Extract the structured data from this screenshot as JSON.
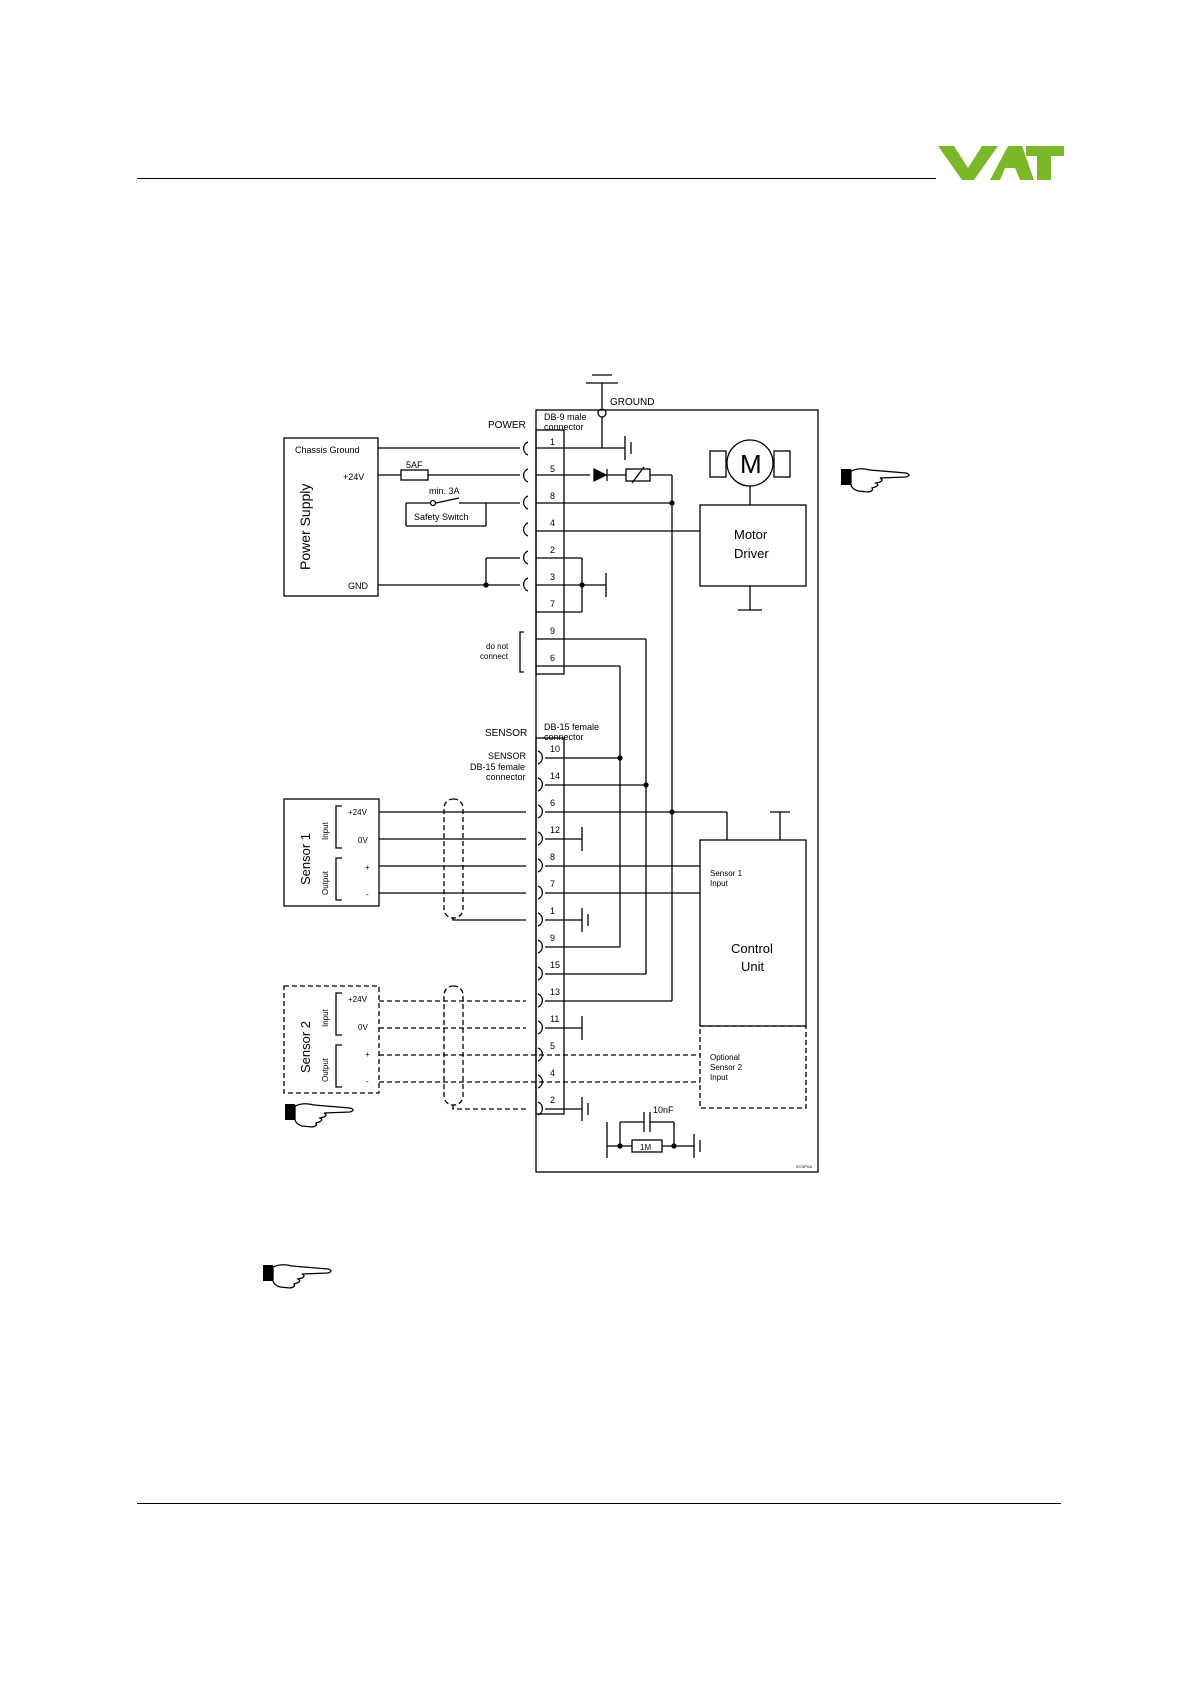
{
  "logo": {
    "text": "VAT",
    "color": "#7ab829"
  },
  "header_line": true,
  "diagram": {
    "ground_label": "GROUND",
    "power_label": "POWER",
    "db9_label_1": "DB-9 male",
    "db9_label_2": "connector",
    "power_supply": {
      "title": "Power Supply",
      "chassis_ground": "Chassis Ground",
      "plus24": "+24V",
      "gnd": "GND",
      "fuse": "5AF",
      "switch_rating": "min. 3A",
      "switch_label": "Safety Switch"
    },
    "db9_pins": [
      "1",
      "5",
      "8",
      "4",
      "2",
      "3",
      "7",
      "9",
      "6"
    ],
    "do_not_connect_1": "do not",
    "do_not_connect_2": "connect",
    "motor_symbol": "M",
    "motor_driver_1": "Motor",
    "motor_driver_2": "Driver",
    "sensor_label": "SENSOR",
    "db15_label_1": "DB-15 female",
    "db15_label_2": "connector",
    "sensor_side_1": "SENSOR",
    "sensor_side_2": "DB-15 female",
    "sensor_side_3": "connector",
    "db15_pins": [
      "10",
      "14",
      "6",
      "12",
      "8",
      "7",
      "1",
      "9",
      "15",
      "13",
      "11",
      "5",
      "4",
      "2"
    ],
    "sensor1": {
      "title": "Sensor 1",
      "input": "Input",
      "output": "Output",
      "plus24": "+24V",
      "zero": "0V",
      "plus": "+",
      "minus": "-"
    },
    "sensor2": {
      "title": "Sensor 2",
      "input": "Input",
      "output": "Output",
      "plus24": "+24V",
      "zero": "0V",
      "plus": "+",
      "minus": "-"
    },
    "control_unit_1": "Control",
    "control_unit_2": "Unit",
    "sensor1_input_1": "Sensor 1",
    "sensor1_input_2": "Input",
    "optional_1": "Optional",
    "optional_2": "Sensor 2",
    "optional_3": "Input",
    "capacitor": "10nF",
    "resistor": "1M",
    "drawing_code": "ZCSPXA"
  }
}
